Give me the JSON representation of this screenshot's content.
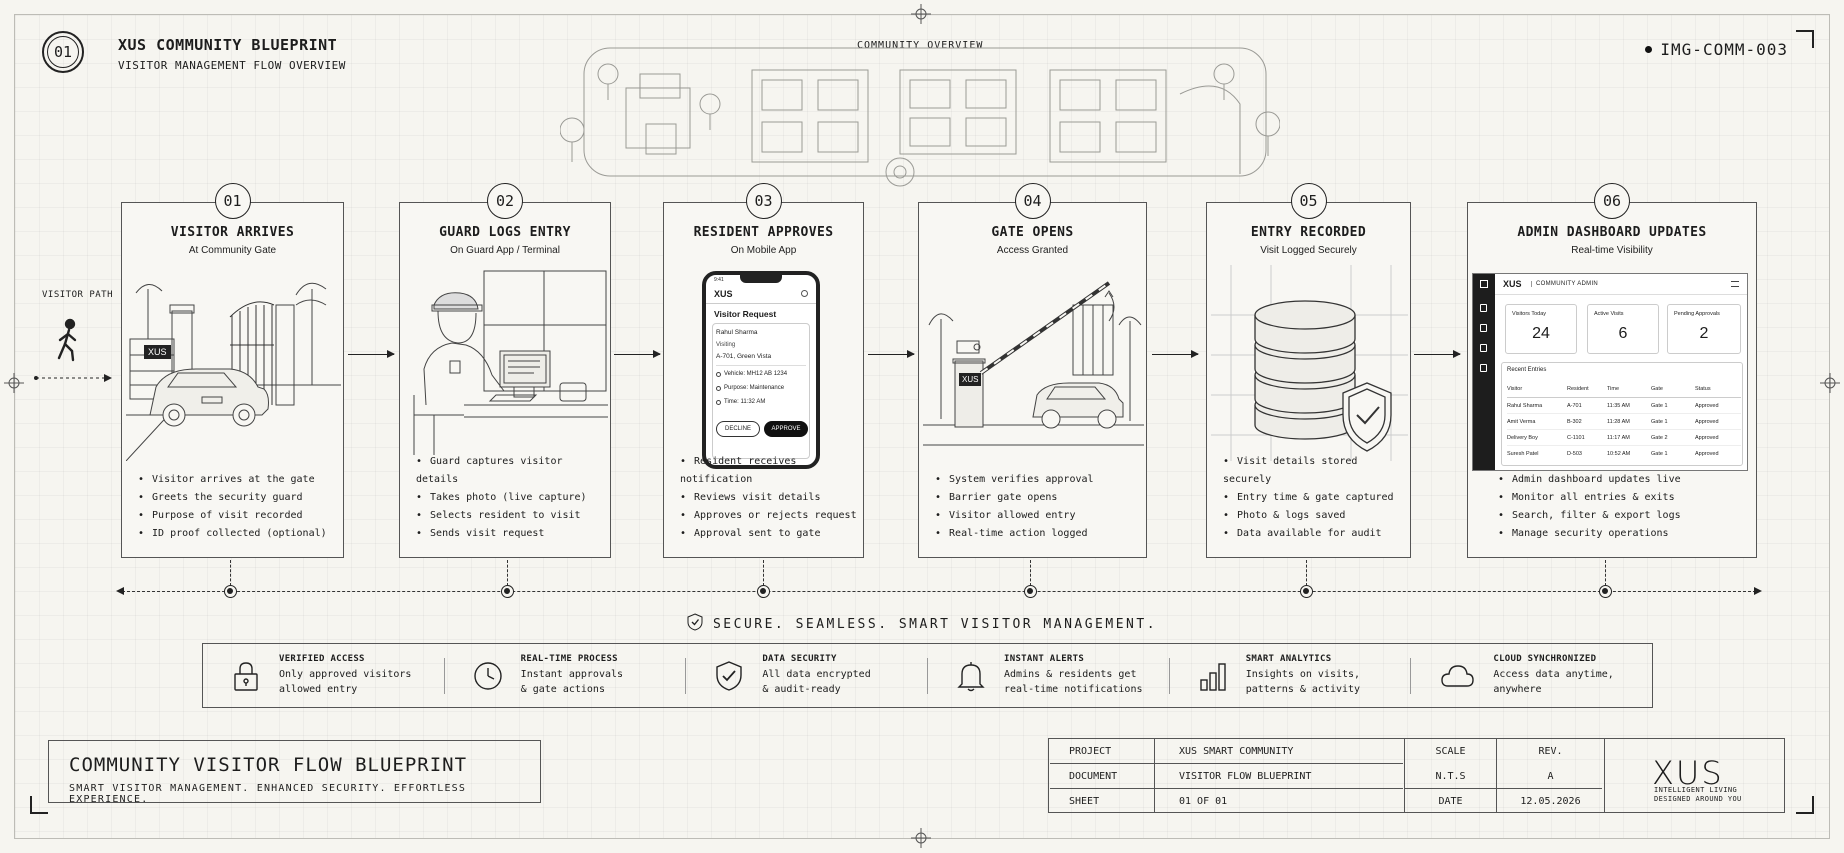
{
  "header": {
    "number": "01",
    "title": "XUS COMMUNITY BLUEPRINT",
    "subtitle": "VISITOR MANAGEMENT FLOW OVERVIEW",
    "image_id": "IMG-COMM-003",
    "overview_label": "COMMUNITY OVERVIEW"
  },
  "visitor_path_label": "VISITOR PATH",
  "steps": [
    {
      "number": "01",
      "title": "VISITOR ARRIVES",
      "subtitle": "At Community Gate",
      "bullets": [
        "Visitor arrives at the gate",
        "Greets the security guard",
        "Purpose of visit recorded",
        "ID proof collected (optional)"
      ]
    },
    {
      "number": "02",
      "title": "GUARD LOGS ENTRY",
      "subtitle": "On Guard App / Terminal",
      "bullets": [
        "Guard captures visitor details",
        "Takes photo (live capture)",
        "Selects resident to visit",
        "Sends visit request"
      ]
    },
    {
      "number": "03",
      "title": "RESIDENT APPROVES",
      "subtitle": "On Mobile App",
      "bullets": [
        "Resident receives notification",
        "Reviews visit details",
        "Approves or rejects request",
        "Approval sent to gate"
      ]
    },
    {
      "number": "04",
      "title": "GATE OPENS",
      "subtitle": "Access Granted",
      "bullets": [
        "System verifies approval",
        "Barrier gate opens",
        "Visitor allowed entry",
        "Real-time action logged"
      ]
    },
    {
      "number": "05",
      "title": "ENTRY RECORDED",
      "subtitle": "Visit Logged Securely",
      "bullets": [
        "Visit details stored securely",
        "Entry time & gate captured",
        "Photo & logs saved",
        "Data available for audit"
      ]
    },
    {
      "number": "06",
      "title": "ADMIN DASHBOARD UPDATES",
      "subtitle": "Real-time Visibility",
      "bullets": [
        "Admin dashboard updates live",
        "Monitor all entries & exits",
        "Search, filter & export logs",
        "Manage security operations"
      ]
    }
  ],
  "car_badge": "XUS",
  "gate_badge": "XUS",
  "phone": {
    "time": "9:41",
    "brand": "XUS",
    "heading": "Visitor Request",
    "visitor_name": "Rahul Sharma",
    "visiting_label": "Visiting",
    "unit": "A-701, Green Vista",
    "vehicle": "Vehicle: MH12 AB 1234",
    "purpose": "Purpose: Maintenance",
    "time_line": "Time: 11:32 AM",
    "decline": "DECLINE",
    "approve": "APPROVE"
  },
  "dashboard": {
    "brand": "XUS",
    "title": "COMMUNITY ADMIN",
    "stats": [
      {
        "label": "Visitors Today",
        "value": "24"
      },
      {
        "label": "Active Visits",
        "value": "6"
      },
      {
        "label": "Pending Approvals",
        "value": "2"
      }
    ],
    "recent_title": "Recent Entries",
    "columns": [
      "Visitor",
      "Resident",
      "Time",
      "Gate",
      "Status"
    ],
    "rows": [
      [
        "Rahul Sharma",
        "A-701",
        "11:35 AM",
        "Gate 1",
        "Approved"
      ],
      [
        "Amit Verma",
        "B-302",
        "11:28 AM",
        "Gate 1",
        "Approved"
      ],
      [
        "Delivery Boy",
        "C-1101",
        "11:17 AM",
        "Gate 2",
        "Approved"
      ],
      [
        "Suresh Patel",
        "D-503",
        "10:52 AM",
        "Gate 1",
        "Approved"
      ]
    ]
  },
  "tagline": "SECURE. SEAMLESS. SMART VISITOR MANAGEMENT.",
  "features": [
    {
      "icon": "lock-icon",
      "title": "VERIFIED ACCESS",
      "line1": "Only approved visitors",
      "line2": "allowed entry"
    },
    {
      "icon": "clock-icon",
      "title": "REAL-TIME PROCESS",
      "line1": "Instant approvals",
      "line2": "& gate actions"
    },
    {
      "icon": "shield-check-icon",
      "title": "DATA SECURITY",
      "line1": "All data encrypted",
      "line2": "& audit-ready"
    },
    {
      "icon": "bell-icon",
      "title": "INSTANT ALERTS",
      "line1": "Admins & residents get",
      "line2": "real-time notifications"
    },
    {
      "icon": "bar-chart-icon",
      "title": "SMART ANALYTICS",
      "line1": "Insights on visits,",
      "line2": "patterns & activity"
    },
    {
      "icon": "cloud-icon",
      "title": "CLOUD SYNCHRONIZED",
      "line1": "Access data anytime,",
      "line2": "anywhere"
    }
  ],
  "footer": {
    "title": "COMMUNITY VISITOR FLOW BLUEPRINT",
    "subtitle": "SMART VISITOR MANAGEMENT. ENHANCED SECURITY. EFFORTLESS EXPERIENCE."
  },
  "title_block": {
    "project_label": "PROJECT",
    "project_value": "XUS SMART COMMUNITY",
    "document_label": "DOCUMENT",
    "document_value": "VISITOR FLOW BLUEPRINT",
    "sheet_label": "SHEET",
    "sheet_value": "01 OF 01",
    "scale_label": "SCALE",
    "scale_value": "N.T.S",
    "date_label": "DATE",
    "rev_label": "REV.",
    "rev_value": "A",
    "date_value": "12.05.2026",
    "logo": "XUS",
    "logo_tag1": "INTELLIGENT LIVING",
    "logo_tag2": "DESIGNED AROUND YOU"
  }
}
